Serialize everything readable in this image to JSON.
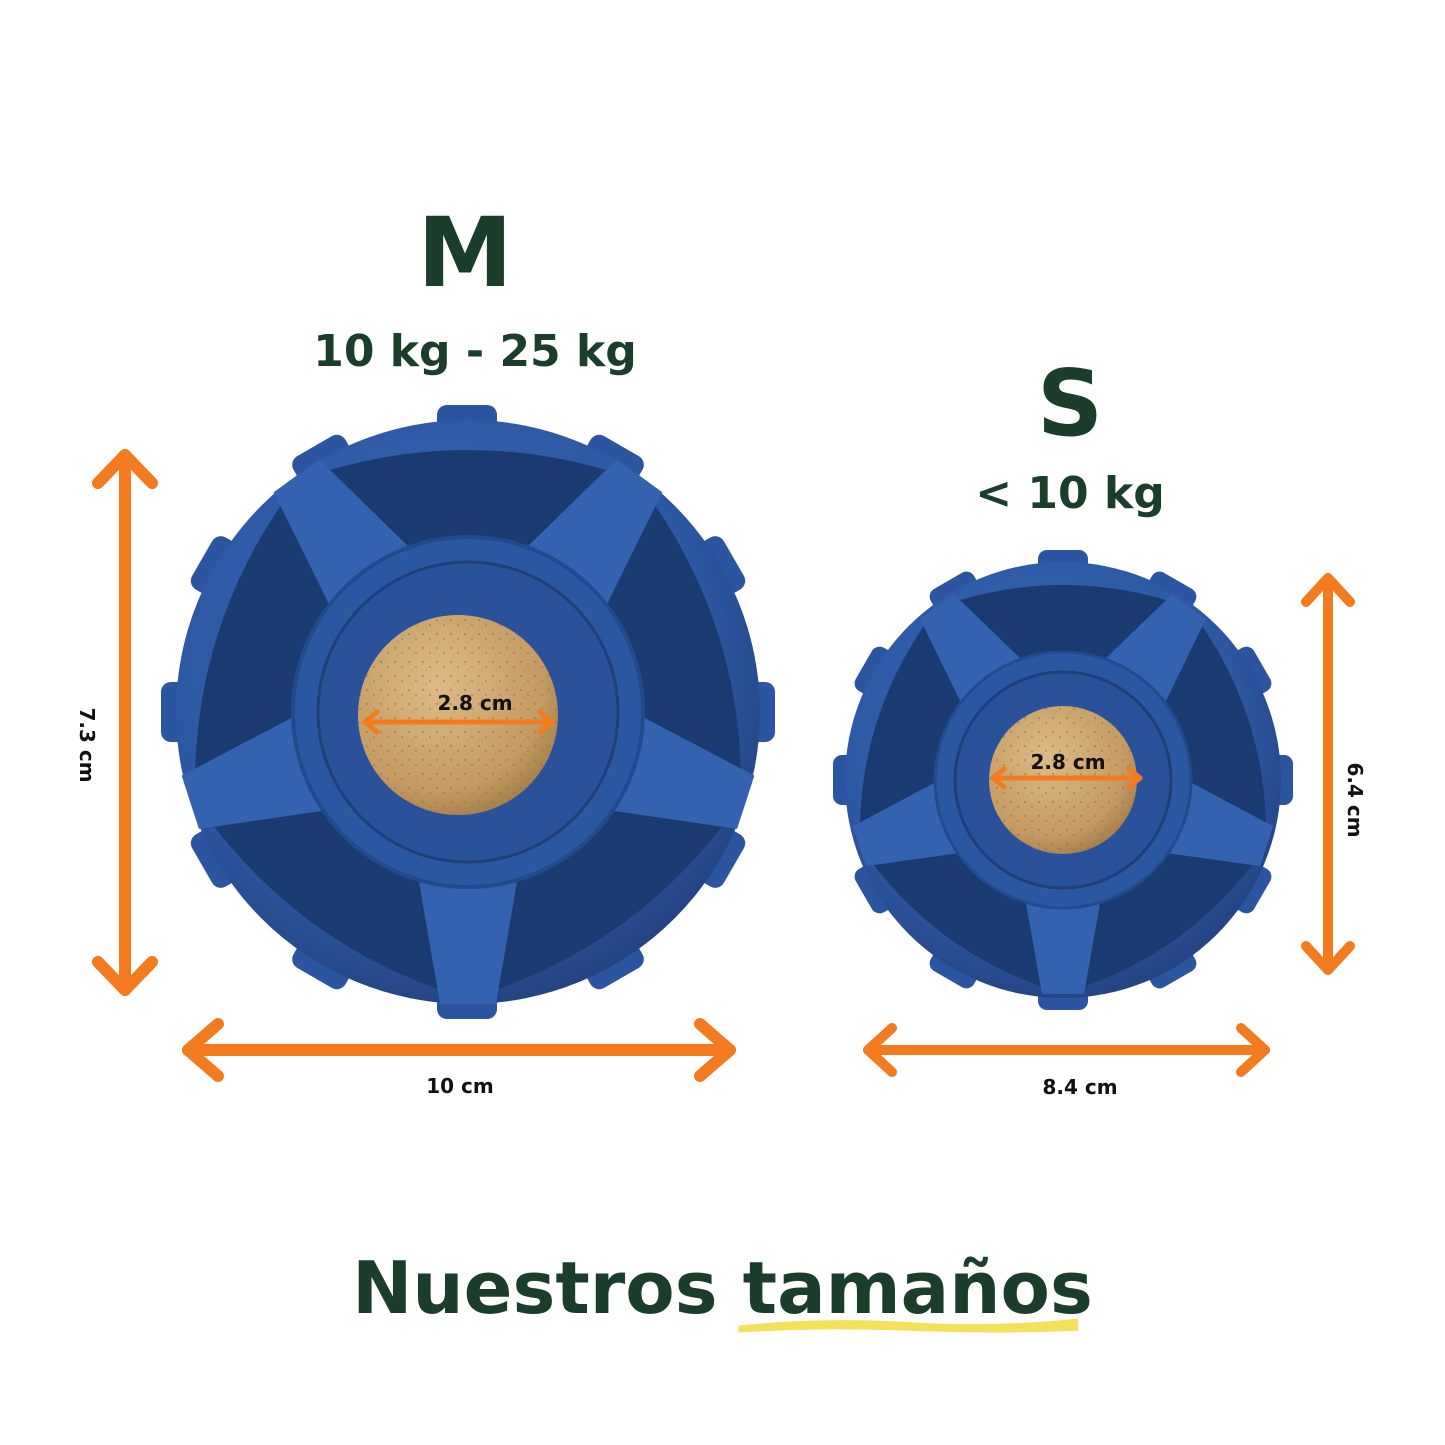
{
  "sizes": {
    "medium": {
      "letter": "M",
      "weight_range": "10 kg - 25 kg",
      "height_label": "7.3 cm",
      "width_label": "10 cm",
      "ball_label": "2.8 cm"
    },
    "small": {
      "letter": "S",
      "weight_range": "< 10 kg",
      "height_label": "6.4 cm",
      "width_label": "8.4 cm",
      "ball_label": "2.8 cm"
    }
  },
  "footer": {
    "title_part1": "Nuestros ",
    "title_part2": "tamaños"
  },
  "colors": {
    "text_green": "#1b3d2c",
    "arrow_orange": "#f47a20",
    "toy_blue": "#2d58a4",
    "cork": "#c9a46e",
    "highlight_yellow": "#f5e05a"
  }
}
